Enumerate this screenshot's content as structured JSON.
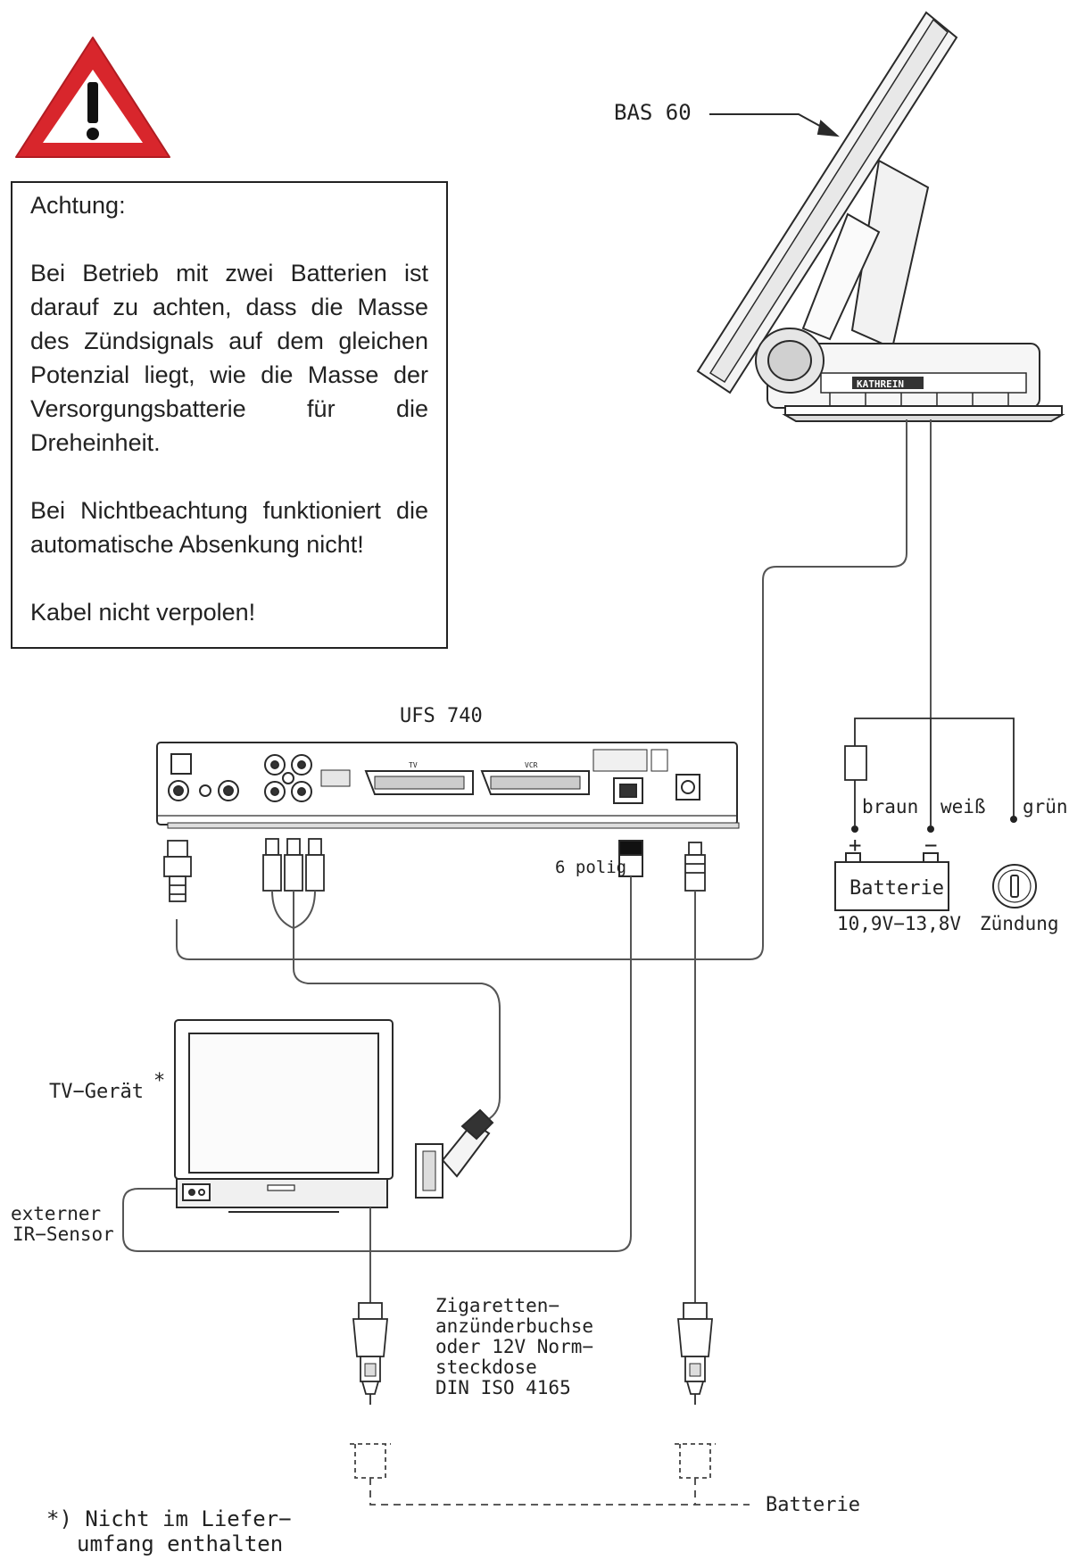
{
  "warning": {
    "title": "Achtung:",
    "paragraphs": [
      "Bei Betrieb mit zwei Batterien ist darauf zu achten, dass die Masse des Zündsignals auf dem gleichen Potenzial liegt, wie die Masse der Versorgungsbatterie für die Dreheinheit.",
      "Bei Nichtbeachtung funktioniert die automatische Absenkung nicht!",
      "Kabel nicht verpolen!"
    ]
  },
  "labels": {
    "antenna": "BAS 60",
    "antenna_brand": "KATHREIN",
    "receiver": "UFS 740",
    "six_pin": "6 polig",
    "wire_brown": "braun",
    "wire_white": "weiß",
    "wire_green": "grün",
    "plus": "+",
    "minus": "−",
    "battery": "Batterie",
    "battery_range": "10,9V−13,8V",
    "ignition": "Zündung",
    "tv": "TV−Gerät",
    "star": "*",
    "ir_sensor_line1": "externer",
    "ir_sensor_line2": "IR−Sensor",
    "socket_line1": "Zigaretten−",
    "socket_line2": "anzünderbuchse",
    "socket_line3": "oder  12V  Norm−",
    "socket_line4": "steckdose",
    "socket_line5": "DIN  ISO  4165",
    "battery_bottom": "Batterie",
    "scart_tv": "TV",
    "scart_vcr": "VCR"
  },
  "footnote": {
    "line1": "*)  Nicht  im  Liefer−",
    "line2": "umfang  enthalten"
  },
  "colors": {
    "warning_red": "#d8262c",
    "line": "#2a2a2a",
    "cable": "#555555"
  }
}
